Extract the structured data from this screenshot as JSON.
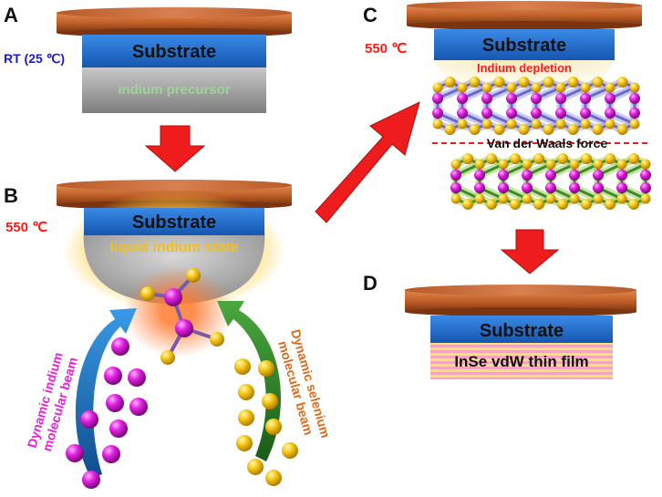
{
  "panels": {
    "a": {
      "letter": "A",
      "substrate_label": "Substrate",
      "temperature": "RT (25 ℃)",
      "precursor_label": "indium precursor"
    },
    "b": {
      "letter": "B",
      "substrate_label": "Substrate",
      "temperature": "550 ℃",
      "liquid_label": "liquid indium state",
      "indium_beam_line1": "Dynamic indium",
      "indium_beam_line2": "molecular beam",
      "selenium_beam_line1": "Dynamic selenium",
      "selenium_beam_line2": "molecular beam"
    },
    "c": {
      "letter": "C",
      "substrate_label": "Substrate",
      "temperature": "550 ℃",
      "depletion_label": "Indium depletion",
      "vdw_label": "Van der Waals force"
    },
    "d": {
      "letter": "D",
      "substrate_label": "Substrate",
      "film_label": "InSe vdW thin film"
    }
  },
  "colors": {
    "heater_top": "#c8642a",
    "heater_bottom": "#8a3a12",
    "substrate": "#1f6fd0",
    "precursor": "#9a9a9a",
    "liquid_glow": "#ffd040",
    "indium_atom": "#d81ed8",
    "selenium_atom": "#f2c418",
    "arrow_red": "#ee1c1c",
    "arrow_blue": "#1f78c8",
    "arrow_green": "#2e8a2a",
    "film_pink": "#f4a0c0",
    "film_yellow": "#f7e070",
    "vdw_line": "#e02020"
  },
  "icons": {
    "down_arrow": "red-down-arrow",
    "diagonal_arrow": "red-diagonal-arrow",
    "indium_atom": "magenta-sphere",
    "selenium_atom": "yellow-sphere"
  }
}
